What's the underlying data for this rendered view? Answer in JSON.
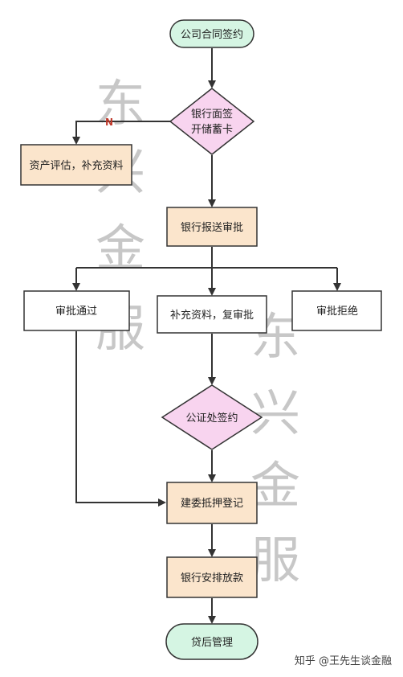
{
  "nodes": {
    "start": "公司合同签约",
    "bank_sign_line1": "银行面签",
    "bank_sign_line2": "开储蓄卡",
    "asset_eval": "资产评估，补充资料",
    "bank_submit": "银行报送审批",
    "approved": "审批通过",
    "supplement": "补充资料，复审批",
    "rejected": "审批拒绝",
    "notary": "公证处签约",
    "mortgage": "建委抵押登记",
    "loan": "银行安排放款",
    "end": "贷后管理"
  },
  "edge_labels": {
    "no": "N"
  },
  "watermark": {
    "chars_left": [
      "东",
      "兴",
      "金",
      "服"
    ],
    "chars_right": [
      "东",
      "兴",
      "金",
      "服"
    ]
  },
  "credit": "知乎 @王先生谈金融",
  "colors": {
    "terminal_fill": "#d5f5e3",
    "terminal_stroke": "#333333",
    "decision_fill": "#f8d4ef",
    "process_fill": "#fbe5cc",
    "plain_fill": "#ffffff",
    "line": "#333333",
    "no_label": "#c0392b"
  }
}
